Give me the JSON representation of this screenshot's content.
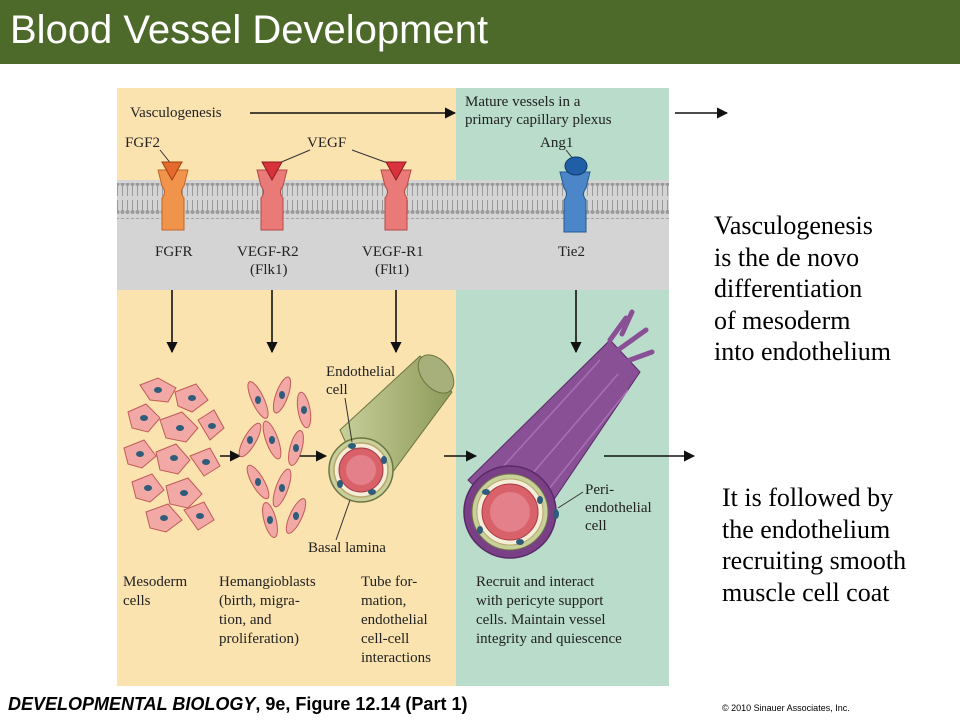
{
  "header": {
    "title": "Blood Vessel Development"
  },
  "figure": {
    "top_labels": {
      "vasculogenesis": "Vasculogenesis",
      "mature_line1": "Mature vessels in a",
      "mature_line2": "primary capillary plexus"
    },
    "ligands": {
      "fgf2": "FGF2",
      "vegf": "VEGF",
      "ang1": "Ang1"
    },
    "receptors": {
      "fgfr": "FGFR",
      "vegfr2": "VEGF-R2",
      "vegfr2_alt": "(Flk1)",
      "vegfr1": "VEGF-R1",
      "vegfr1_alt": "(Flt1)",
      "tie2": "Tie2"
    },
    "structure_labels": {
      "endothelial_line1": "Endothelial",
      "endothelial_line2": "cell",
      "basal_lamina": "Basal lamina",
      "peri_line1": "Peri-",
      "peri_line2": "endothelial",
      "peri_line3": "cell"
    },
    "captions": {
      "mesoderm": [
        "Mesoderm",
        "cells"
      ],
      "hemangioblasts": [
        "Hemangioblasts",
        "(birth, migra-",
        "tion, and",
        "proliferation)"
      ],
      "tube": [
        "Tube for-",
        "mation,",
        "endothelial",
        "cell-cell",
        "interactions"
      ],
      "recruit": [
        "Recruit and interact",
        "with pericyte support",
        "cells. Maintain vessel",
        "integrity and quiescence"
      ]
    },
    "colors": {
      "left_panel": "#fbe3b0",
      "right_panel": "#b9dccb",
      "membrane_band": "#d4d4d4",
      "fgfr": "#f0944c",
      "vegfr": "#e97a78",
      "tie2": "#4a86c8",
      "vessel_purple": "#8a5096"
    }
  },
  "side_notes": {
    "note1": [
      "Vasculogenesis",
      "is the de novo",
      "differentiation",
      "of mesoderm",
      "into endothelium"
    ],
    "note2": [
      "It is followed by",
      "the endothelium",
      "recruiting smooth",
      "muscle cell coat"
    ]
  },
  "footer": {
    "book": "DEVELOPMENTAL BIOLOGY",
    "edition": ", 9e, Figure 12.14 (Part 1)",
    "copyright": "© 2010 Sinauer Associates, Inc."
  }
}
